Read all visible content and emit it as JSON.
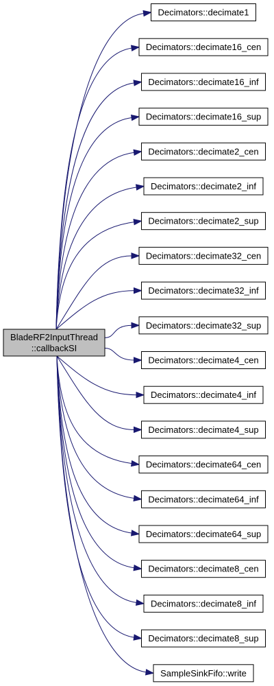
{
  "root": {
    "lines": [
      "BladeRF2InputThread",
      "::callbackSI"
    ]
  },
  "targets": [
    "Decimators::decimate1",
    "Decimators::decimate16_cen",
    "Decimators::decimate16_inf",
    "Decimators::decimate16_sup",
    "Decimators::decimate2_cen",
    "Decimators::decimate2_inf",
    "Decimators::decimate2_sup",
    "Decimators::decimate32_cen",
    "Decimators::decimate32_inf",
    "Decimators::decimate32_sup",
    "Decimators::decimate4_cen",
    "Decimators::decimate4_inf",
    "Decimators::decimate4_sup",
    "Decimators::decimate64_cen",
    "Decimators::decimate64_inf",
    "Decimators::decimate64_sup",
    "Decimators::decimate8_cen",
    "Decimators::decimate8_inf",
    "Decimators::decimate8_sup",
    "SampleSinkFifo::write"
  ],
  "colors": {
    "edge": "#191970",
    "root_fill": "#bfbfbf",
    "node_fill": "#ffffff",
    "border": "#000000"
  }
}
